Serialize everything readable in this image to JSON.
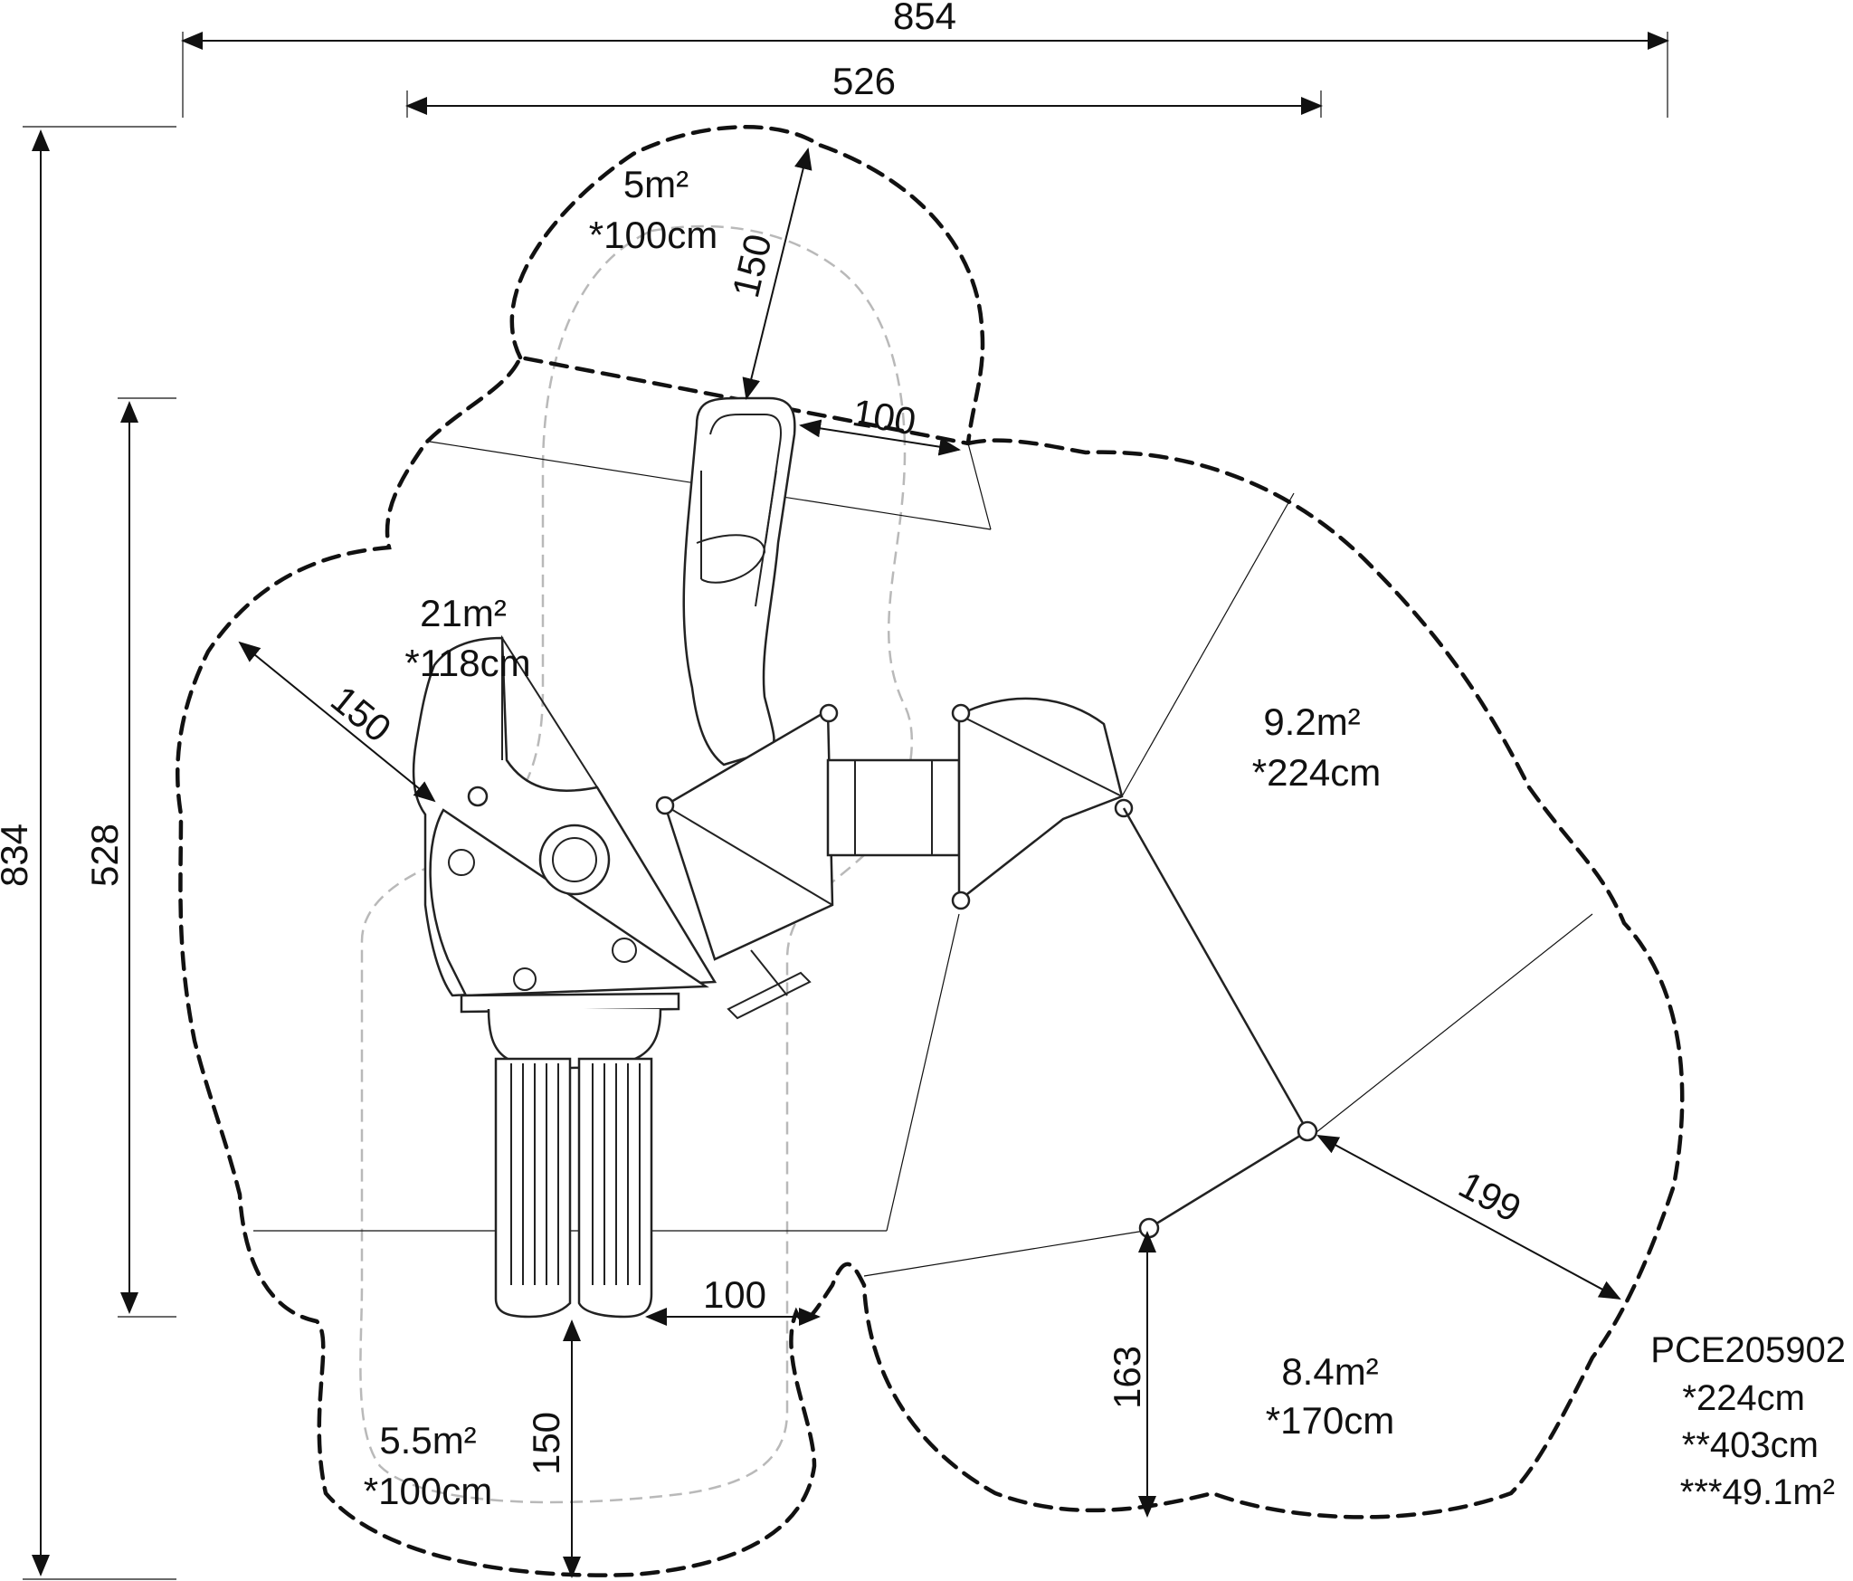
{
  "dimensions": {
    "overall_width": "854",
    "inner_width": "526",
    "overall_height": "834",
    "inner_height": "528",
    "clearance_top": "150",
    "clearance_left": "150",
    "clearance_bottom": "150",
    "gap_top": "100",
    "gap_bottom": "100",
    "radius_right": "199",
    "height_bottom_right": "163"
  },
  "zones": {
    "top": {
      "area": "5m²",
      "fall_height": "*100cm"
    },
    "left": {
      "area": "21m²",
      "fall_height": "*118cm"
    },
    "right": {
      "area": "9.2m²",
      "fall_height": "*224cm"
    },
    "bottom_right": {
      "area": "8.4m²",
      "fall_height": "*170cm"
    },
    "bottom": {
      "area": "5.5m²",
      "fall_height": "*100cm"
    }
  },
  "product": {
    "code": "PCE205902",
    "max_fall_height": "*224cm",
    "total_height": "**403cm",
    "total_area": "***49.1m²"
  }
}
